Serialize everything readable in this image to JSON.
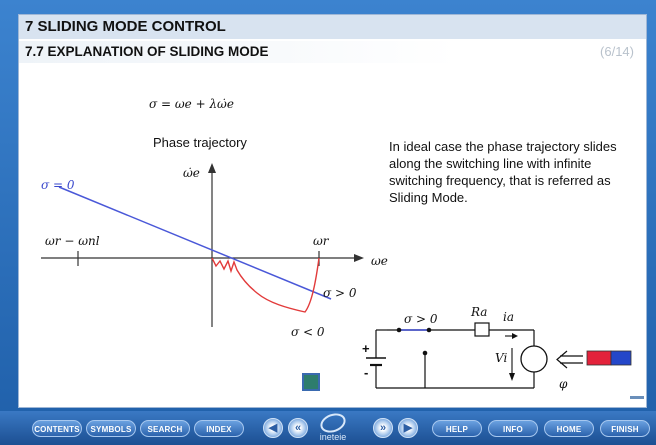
{
  "header": {
    "chapter_title": "7 SLIDING MODE CONTROL",
    "section_title": "7.7 EXPLANATION OF SLIDING MODE",
    "page_counter": "(6/14)"
  },
  "diagram": {
    "equation": "σ = ωe + λω̇e",
    "phase_title": "Phase trajectory",
    "y_axis_label": "ω̇e",
    "x_axis_label": "ωe",
    "sigma_zero_label": "σ = 0",
    "left_tick_label": "ωr − ωnl",
    "right_tick_label": "ωr",
    "sigma_pos_label": "σ > 0",
    "sigma_neg_label": "σ < 0"
  },
  "description": "In ideal case the phase trajectory slides along the switching line with infinite switching frequency, that is referred as Sliding Mode.",
  "circuit": {
    "sigma_label": "σ > 0",
    "resistor_label": "Ra",
    "current_label": "ia",
    "voltage_label": "Vi",
    "flux_label": "φ",
    "plus_label": "+",
    "minus_label": "-"
  },
  "toolbar": {
    "contents": "CONTENTS",
    "symbols": "SYMBOLS",
    "search": "SEARCH",
    "index": "INDEX",
    "help": "HELP",
    "info": "INFO",
    "home": "HOME",
    "finish": "FINISH",
    "logo_text": "ineteie"
  },
  "colors": {
    "switching_line": "#4a58d8",
    "trajectory": "#e23b3b",
    "toolbar": "#2a6cb8"
  }
}
